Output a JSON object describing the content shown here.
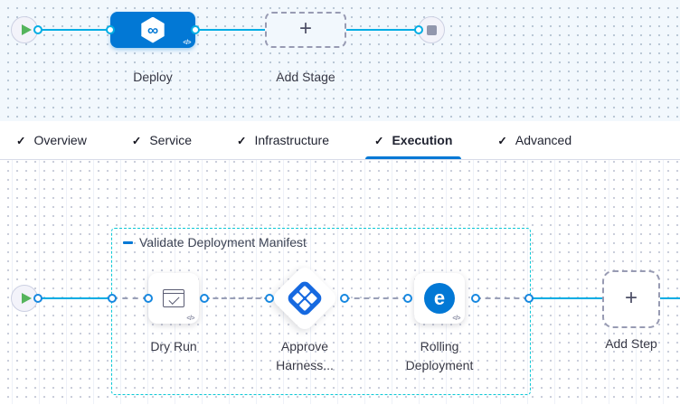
{
  "icons": {
    "check": "✓",
    "plus": "+",
    "infinity": "∞",
    "rolling_e": "e",
    "code": "</>"
  },
  "stage_canvas": {
    "stage_label": "Deploy",
    "add_stage_label": "Add Stage"
  },
  "tab_bar": {
    "tabs": [
      {
        "label": "Overview",
        "checked": true,
        "active": false
      },
      {
        "label": "Service",
        "checked": true,
        "active": false
      },
      {
        "label": "Infrastructure",
        "checked": true,
        "active": false
      },
      {
        "label": "Execution",
        "checked": true,
        "active": true
      },
      {
        "label": "Advanced",
        "checked": true,
        "active": false
      }
    ]
  },
  "execution": {
    "group_label": "Validate Deployment Manifest",
    "steps": [
      {
        "label": "Dry Run"
      },
      {
        "label": "Approve Harness..."
      },
      {
        "label": "Rolling Deployment"
      }
    ],
    "add_step_label": "Add Step"
  },
  "colors": {
    "primary_blue": "#0278d5",
    "line_cyan": "#00ade4",
    "group_border_teal": "#0bc8d6",
    "approval_blue": "#1669e0",
    "play_green": "#55b45c",
    "canvas_top_bg": "#f2f8fd"
  }
}
